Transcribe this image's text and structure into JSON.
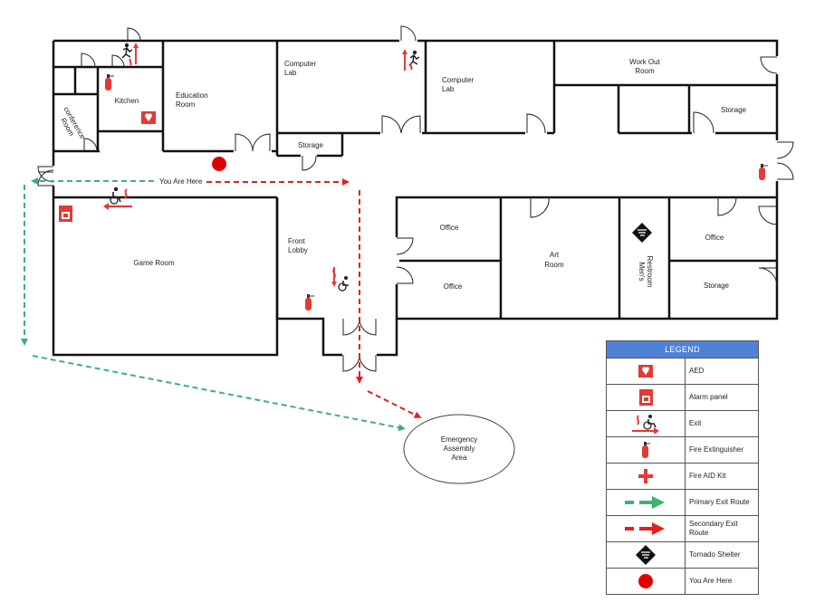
{
  "rooms": {
    "kitchen": "Kitchen",
    "conference": [
      "conference",
      "Room"
    ],
    "education": [
      "Education",
      "Room"
    ],
    "computer_lab_1": [
      "Computer",
      "Lab"
    ],
    "computer_lab_2": [
      "Computer",
      "Lab"
    ],
    "storage_small": "Storage",
    "work_out": [
      "Work Out",
      "Room"
    ],
    "storage_right": "Storage",
    "game_room": "Game Room",
    "front_lobby": [
      "Front",
      "Lobby"
    ],
    "office_1": "Office",
    "office_2": "Office",
    "art_room": [
      "Art",
      "Room"
    ],
    "mens_restroom": [
      "Men's",
      "Restroom"
    ],
    "office_3": "Office",
    "storage_bottom": "Storage"
  },
  "you_are_here": "You Are Here",
  "assembly_area": [
    "Emergency",
    "Assembly",
    "Area"
  ],
  "legend": {
    "title": "LEGEND",
    "items": [
      {
        "icon": "aed-icon",
        "label": "AED"
      },
      {
        "icon": "alarm-panel-icon",
        "label": "Alarm panel"
      },
      {
        "icon": "exit-icon",
        "label": "Exit"
      },
      {
        "icon": "fire-extinguisher-icon",
        "label": "Fire Extinguisher"
      },
      {
        "icon": "first-aid-icon",
        "label": "Fire AID Kit"
      },
      {
        "icon": "primary-exit-route-icon",
        "label": "Primary Exit Route"
      },
      {
        "icon": "secondary-exit-route-icon",
        "label": "Secondary Exit Route"
      },
      {
        "icon": "tornado-shelter-icon",
        "label": "Tornado Shelter"
      },
      {
        "icon": "you-are-here-icon",
        "label": "You Are Here"
      }
    ]
  },
  "colors": {
    "wall": "#111111",
    "primary_route": "#3cb371",
    "secondary_route": "#e02020",
    "safety_red": "#e53935",
    "legend_header": "#4f81d6"
  }
}
